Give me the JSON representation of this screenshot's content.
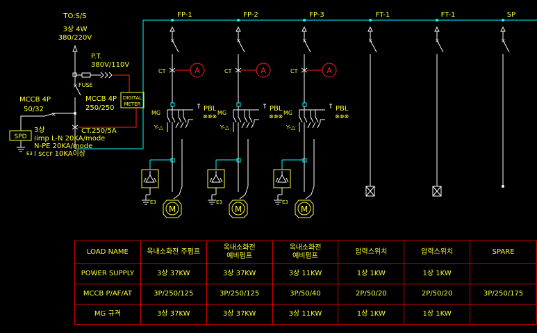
{
  "source": {
    "label": "TO:S/S",
    "phase": "3상 4W",
    "voltage": "380/220V"
  },
  "pt": {
    "label": "P.T.",
    "ratio": "380V/110V"
  },
  "fuse_label": "FUSE",
  "digital_meter": {
    "line1": "DIGITAL",
    "line2": "METER"
  },
  "main_mccb": {
    "label": "MCCB 4P",
    "rating": "250/250"
  },
  "ct_main": "CT.250/5A",
  "spd_mccb": {
    "label": "MCCB 4P",
    "rating": "50/32"
  },
  "spd": {
    "label": "SPD",
    "ground": "E3",
    "notes": [
      "3상",
      "Iimp L-N 20KA/mode",
      "N-PE 20KA/mode",
      "I sccr 10KA이상"
    ]
  },
  "feeders": [
    "FP-1",
    "FP-2",
    "FP-3",
    "FT-1",
    "FT-1",
    "SP"
  ],
  "symbols": {
    "ct": "CT",
    "ammeter": "A",
    "mg": "MG",
    "pbl": "PBL",
    "pbl_lamps": "⊗⊗⊗",
    "star_delta": "Y-△",
    "ground": "E3",
    "motor": "M"
  },
  "table": {
    "rows": [
      [
        "LOAD NAME",
        "옥내소화전 주펌프",
        "옥내소화전\n예비펌프",
        "옥내소화전\n예비펌프",
        "압력스위치",
        "압력스위치",
        "SPARE"
      ],
      [
        "POWER SUPPLY",
        "3상 37KW",
        "3상 37KW",
        "3상 11KW",
        "1상 1KW",
        "1상 1KW",
        ""
      ],
      [
        "MCCB P/AF/AT",
        "3P/250/125",
        "3P/250/125",
        "3P/50/40",
        "2P/50/20",
        "2P/50/20",
        "3P/250/175"
      ],
      [
        "MG 규격",
        "3상 37KW",
        "3상 37KW",
        "3상 11KW",
        "1상 1KW",
        "1상 1KW",
        ""
      ]
    ]
  },
  "colors": {
    "background": "#000000",
    "bus": "#00ffff",
    "wire": "#ffffff",
    "label": "#ffff33",
    "control": "#ff2020",
    "device": "#33ff33",
    "grid": "#d80000"
  }
}
